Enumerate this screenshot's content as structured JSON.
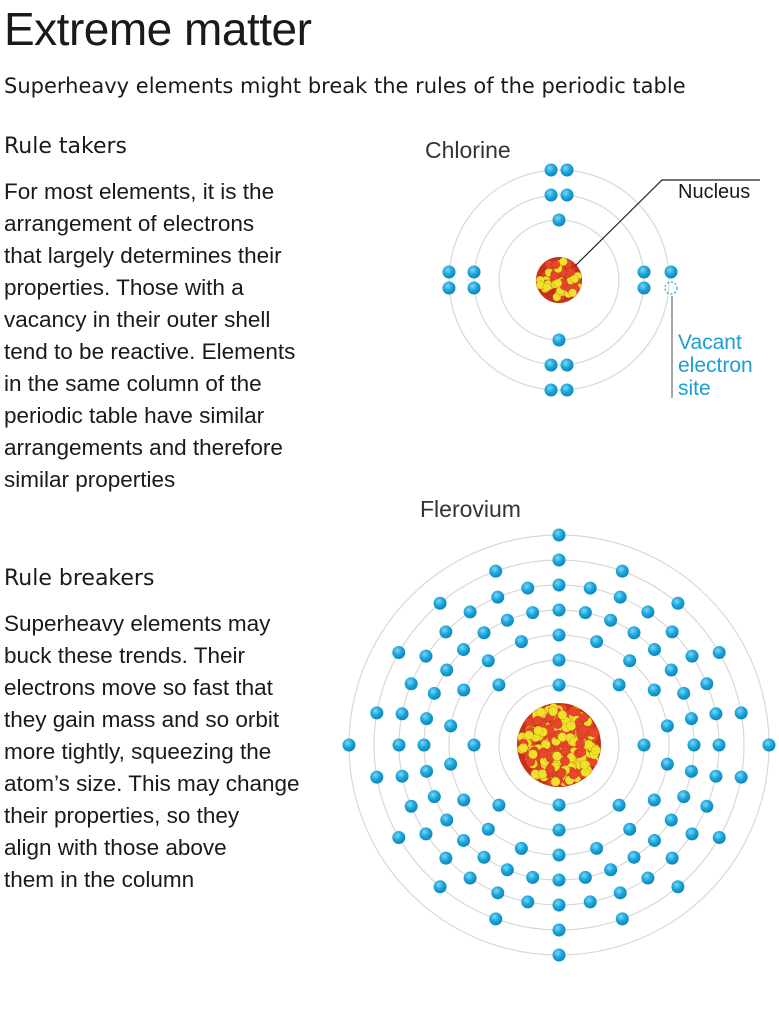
{
  "title": "Extreme matter",
  "subtitle": "Superheavy elements might break the rules of the periodic table",
  "sections": [
    {
      "heading": "Rule takers",
      "lines": [
        "For most elements, it is the",
        "arrangement of electrons",
        "that largely determines their",
        "properties. Those with a",
        "vacancy in their outer shell",
        "tend to be reactive. Elements",
        "in the same column of the",
        "periodic table have similar",
        "arrangements and therefore",
        "similar properties"
      ]
    },
    {
      "heading": "Rule breakers",
      "lines": [
        "Superheavy elements may",
        "buck these trends. Their",
        "electrons move so fast that",
        "they gain mass and so orbit",
        "more tightly, squeezing the",
        "atom’s size. This may change",
        "their properties, so they",
        "align with those above",
        "them in the column"
      ]
    }
  ],
  "diagrams": {
    "chlorine": {
      "label": "Chlorine",
      "shells": [
        2,
        8,
        7
      ],
      "vacancies": 1,
      "nucleus_label": "Nucleus",
      "vacant_label": [
        "Vacant",
        "electron",
        "site"
      ]
    },
    "flerovium": {
      "label": "Flerovium",
      "shells": [
        2,
        8,
        18,
        32,
        32,
        18,
        4
      ]
    }
  },
  "colors": {
    "electron": "#1aa6dc",
    "orbit": "#d8d8d8",
    "proton": "#e8452a",
    "neutron": "#f2e12a",
    "accent_text": "#1a9fd4"
  }
}
